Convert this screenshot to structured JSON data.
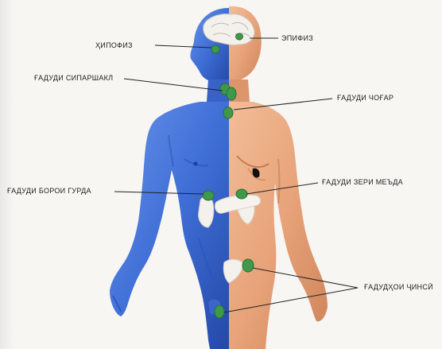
{
  "labels": {
    "hypophysis": "ҲИПОФИЗ",
    "epiphysis": "ЭПИФИЗ",
    "parathyroid": "ҒАДУДИ СИПАРШАКЛ",
    "thyroid": "ҒАДУДИ ЧОҒАР",
    "adrenal": "ҒАДУДИ БОРОИ ГУРДА",
    "pancreas": "ҒАДУДИ ЗЕРИ МЕЪДА",
    "gonads": "ҒАДУДҲОИ ҶИНСӢ"
  },
  "colors": {
    "male_body": "#3f6fd6",
    "male_body_dark": "#2a4fb8",
    "female_body": "#e8a47a",
    "female_body_dark": "#c97a4e",
    "gland": "#3e9a4a",
    "gland_dark": "#2c6e35",
    "organ": "#f4f1ec",
    "leader": "#222222"
  }
}
